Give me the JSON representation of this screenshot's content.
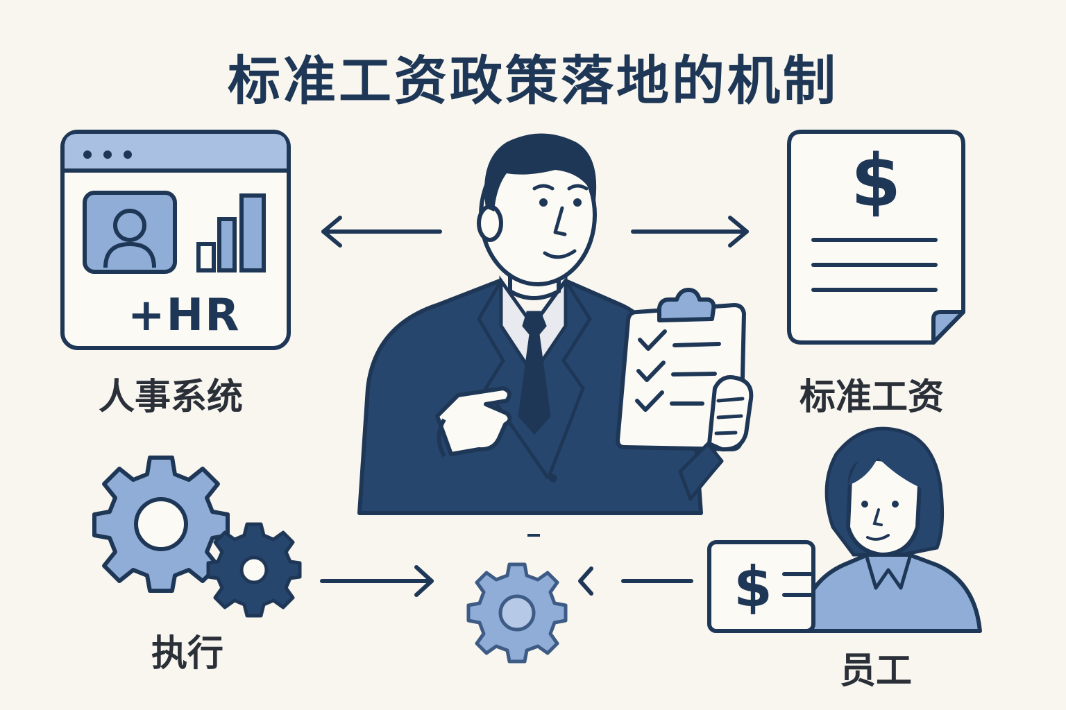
{
  "title": "标准工资政策落地的机制",
  "nodes": {
    "hr_system": {
      "label": "人事系统",
      "badge": "+HR"
    },
    "standard_salary": {
      "label": "标准工资",
      "symbol": "$"
    },
    "execution": {
      "label": "执行"
    },
    "employee": {
      "label": "员工",
      "symbol": "$"
    }
  },
  "colors": {
    "navy": "#1f3756",
    "light_blue": "#8fadd6",
    "background": "#f8f6ef"
  }
}
